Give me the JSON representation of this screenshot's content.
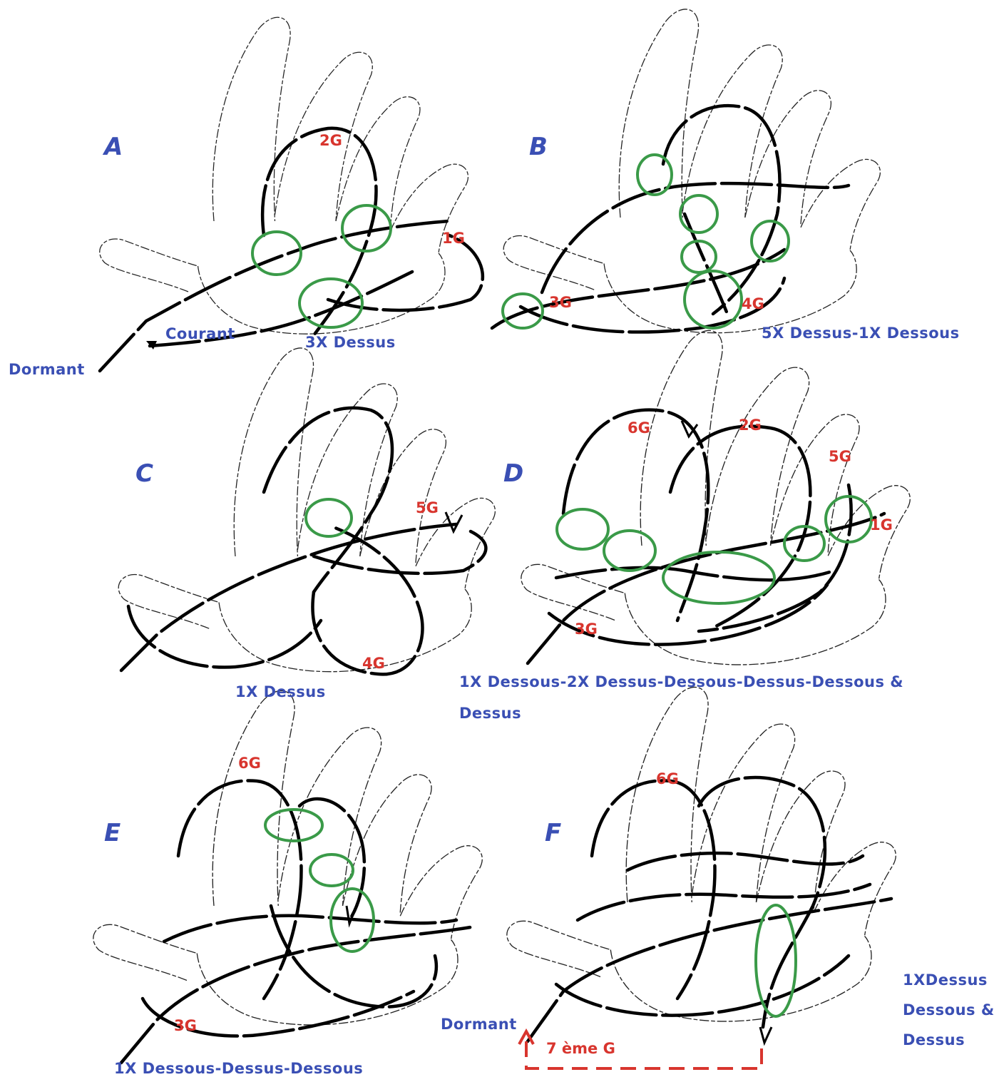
{
  "colors": {
    "panel_letter": "#3a4fb4",
    "annotation": "#3a4fb4",
    "loop_label": "#d8352e",
    "circle": "#3a9a48",
    "rope": "#000000",
    "sketch": "#222222"
  },
  "panels": {
    "A": {
      "letter": "A",
      "turns": [
        "2G",
        "1G"
      ],
      "notes": {
        "courant": "Courant",
        "dormant": "Dormant",
        "caption": "3X Dessus"
      }
    },
    "B": {
      "letter": "B",
      "turns": [
        "3G",
        "4G"
      ],
      "caption": "5X Dessus-1X Dessous"
    },
    "C": {
      "letter": "C",
      "turns": [
        "5G",
        "4G"
      ],
      "caption": "1X Dessus"
    },
    "D": {
      "letter": "D",
      "turns": [
        "6G",
        "2G",
        "5G",
        "1G",
        "3G"
      ],
      "caption_line1": "1X Dessous-2X Dessus-Dessous-Dessus-Dessous &",
      "caption_line2": "Dessus"
    },
    "E": {
      "letter": "E",
      "turns": [
        "6G",
        "3G"
      ],
      "caption": "1X Dessous-Dessus-Dessous"
    },
    "F": {
      "letter": "F",
      "turns": [
        "6G"
      ],
      "dormant": "Dormant",
      "seventh": "7 ème G",
      "caption_lines": [
        "1XDessus",
        "Dessous &",
        "Dessus"
      ]
    }
  }
}
